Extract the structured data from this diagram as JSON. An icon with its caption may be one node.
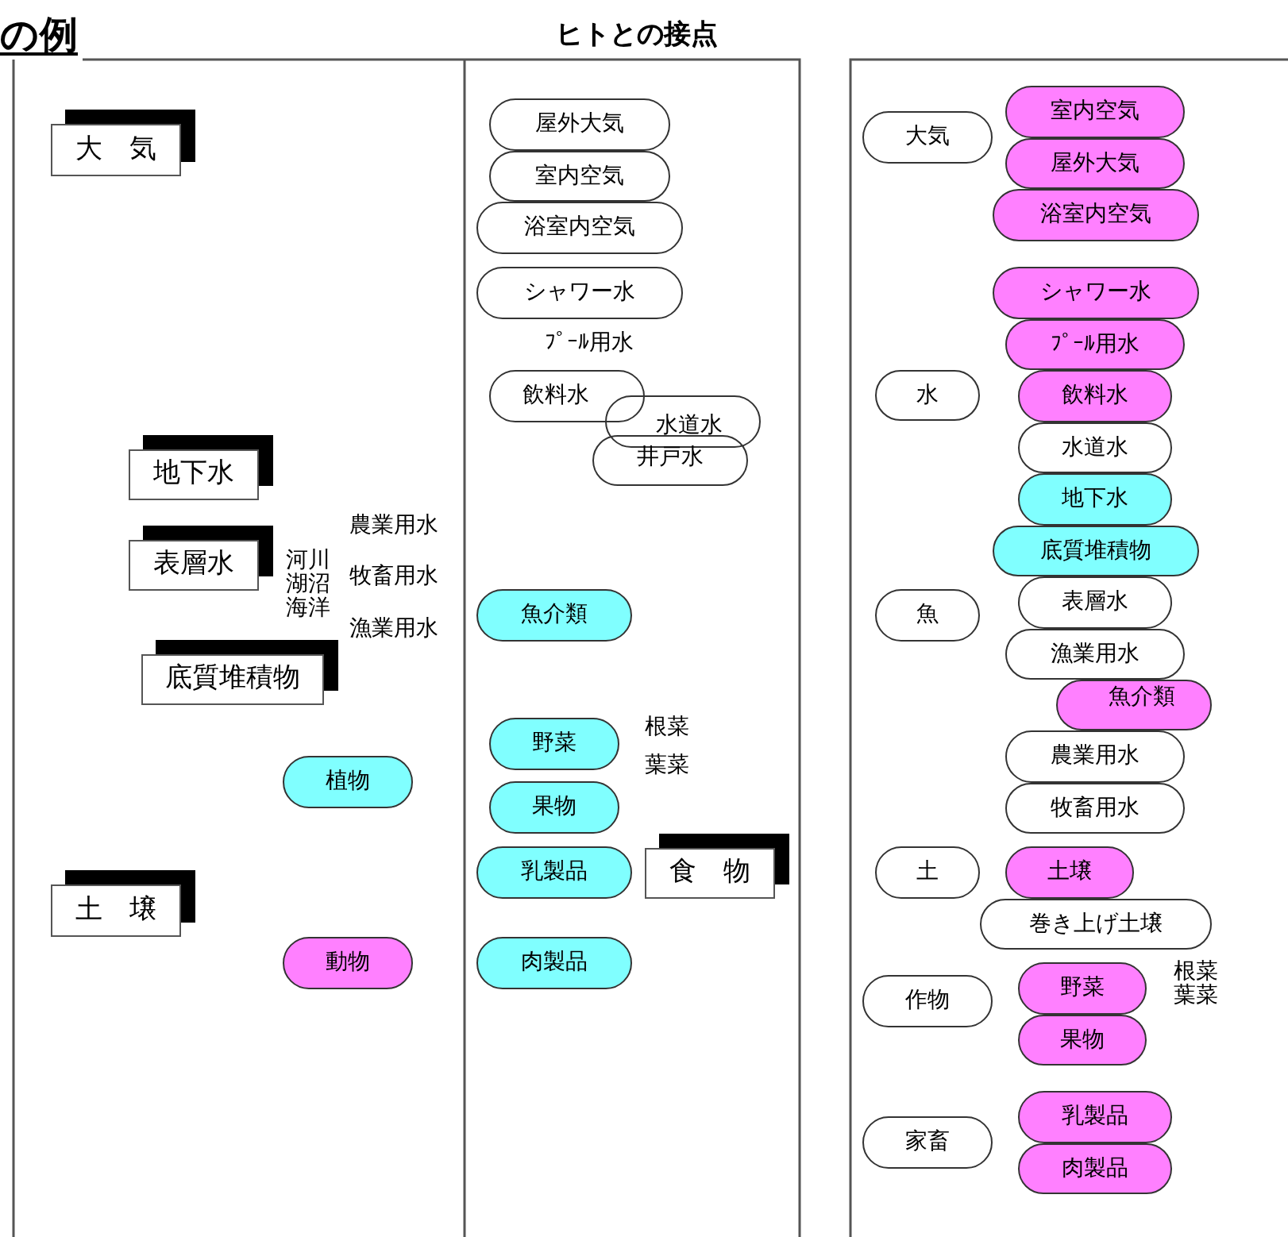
{
  "diagram": {
    "nodes": [
      {
        "text": [
          "大　気"
        ]
      },
      {
        "text": [
          "地下水"
        ]
      },
      {
        "text": [
          "表層水"
        ],
        "beside": [
          "河川",
          "湖沼",
          "海洋"
        ]
      },
      {
        "text": [
          "底質堆積物"
        ]
      },
      {
        "text": [
          "植物"
        ]
      },
      {
        "text": [
          "土　壌"
        ]
      },
      {
        "text": [
          "動物"
        ]
      },
      {
        "text": [
          "屋外大気"
        ]
      },
      {
        "text": [
          "室内空気"
        ]
      },
      {
        "text": [
          "浴室内空気"
        ]
      },
      {
        "text": [
          "シャワー水"
        ]
      },
      {
        "text": [
          "飲料水"
        ]
      },
      {
        "text": [
          "水道水"
        ]
      },
      {
        "text": [
          "井戸水"
        ]
      },
      {
        "text": [
          "魚介類"
        ]
      },
      {
        "text": [
          "野菜"
        ],
        "beside": [
          "根菜",
          "葉菜"
        ]
      },
      {
        "text": [
          "果物"
        ]
      },
      {
        "text": [
          "乳製品"
        ]
      },
      {
        "text": [
          "食　物"
        ]
      },
      {
        "text": [
          "肉製品"
        ]
      },
      {
        "text": [
          "大気"
        ]
      },
      {
        "text": [
          "室内空気"
        ]
      },
      {
        "text": [
          "屋外大気"
        ]
      },
      {
        "text": [
          "浴室内空気"
        ]
      },
      {
        "text": [
          "シャワー水"
        ]
      },
      {
        "text": [
          "ﾌﾟｰﾙ用水"
        ]
      },
      {
        "text": [
          "水"
        ]
      },
      {
        "text": [
          "飲料水"
        ]
      },
      {
        "text": [
          "水道水"
        ]
      },
      {
        "text": [
          "地下水"
        ]
      },
      {
        "text": [
          "底質堆積物"
        ]
      },
      {
        "text": [
          "魚"
        ]
      },
      {
        "text": [
          "表層水"
        ]
      },
      {
        "text": [
          "漁業用水"
        ]
      },
      {
        "text": [
          "魚介類"
        ]
      },
      {
        "text": [
          "農業用水"
        ]
      },
      {
        "text": [
          "牧畜用水"
        ]
      },
      {
        "text": [
          "土"
        ]
      },
      {
        "text": [
          "土壌"
        ]
      },
      {
        "text": [
          "巻き上げ土壌"
        ]
      },
      {
        "text": [
          "作物"
        ]
      },
      {
        "text": [
          "野菜"
        ],
        "beside": [
          "根菜",
          "葉菜"
        ]
      },
      {
        "text": [
          "果物"
        ]
      },
      {
        "text": [
          "家畜"
        ]
      },
      {
        "text": [
          "乳製品"
        ]
      },
      {
        "text": [
          "肉製品"
        ]
      }
    ],
    "labels": [
      "の例",
      "ヒトとの接点",
      "農業用水",
      "牧畜用水",
      "ﾌﾟｰﾙ用水",
      "漁業用水"
    ]
  }
}
